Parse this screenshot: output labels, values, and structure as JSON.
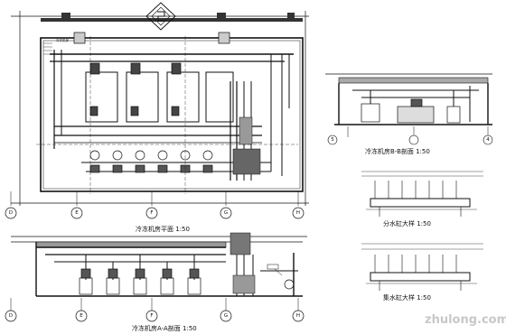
{
  "drawing": {
    "plan_caption": "冷冻机房平面 1:50",
    "section_bb_caption": "冷冻机房B-B剖面 1:50",
    "section_aa_caption": "冷冻机房A-A剖面 1:50",
    "supply_header_caption": "分水缸大样 1:50",
    "return_header_caption": "集水缸大样 1:50",
    "axis_labels": [
      "D",
      "E",
      "F",
      "G",
      "H"
    ],
    "axis_labels_bb": [
      "5",
      "4"
    ],
    "plan_note": "冷冻机房",
    "watermark": "zhulong.com"
  }
}
